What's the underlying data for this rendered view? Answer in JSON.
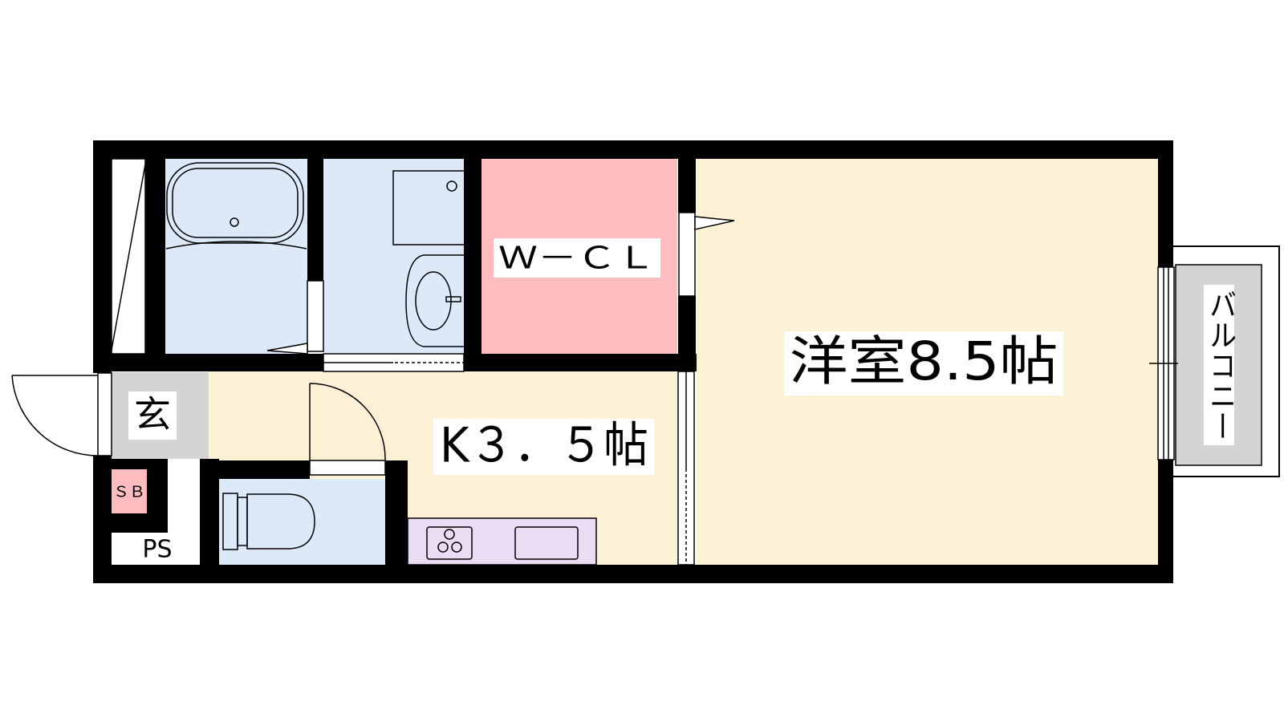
{
  "rooms": {
    "western_room": "洋室8.5帖",
    "kitchen": "K３．５帖",
    "walk_in_closet": "Ｗ－ＣＬ",
    "entrance": "玄",
    "shoe_box": "ＳＢ",
    "pipe_space": "PS",
    "balcony": "バルコニー"
  },
  "colors": {
    "wall": "#000000",
    "western_floor": "#fdf1d5",
    "water_area": "#dce9f8",
    "closet": "#fdbdbf",
    "entrance": "#d4d4d4",
    "kitchen_counter": "#ecdcf3",
    "balcony": "#d4d4d4"
  }
}
